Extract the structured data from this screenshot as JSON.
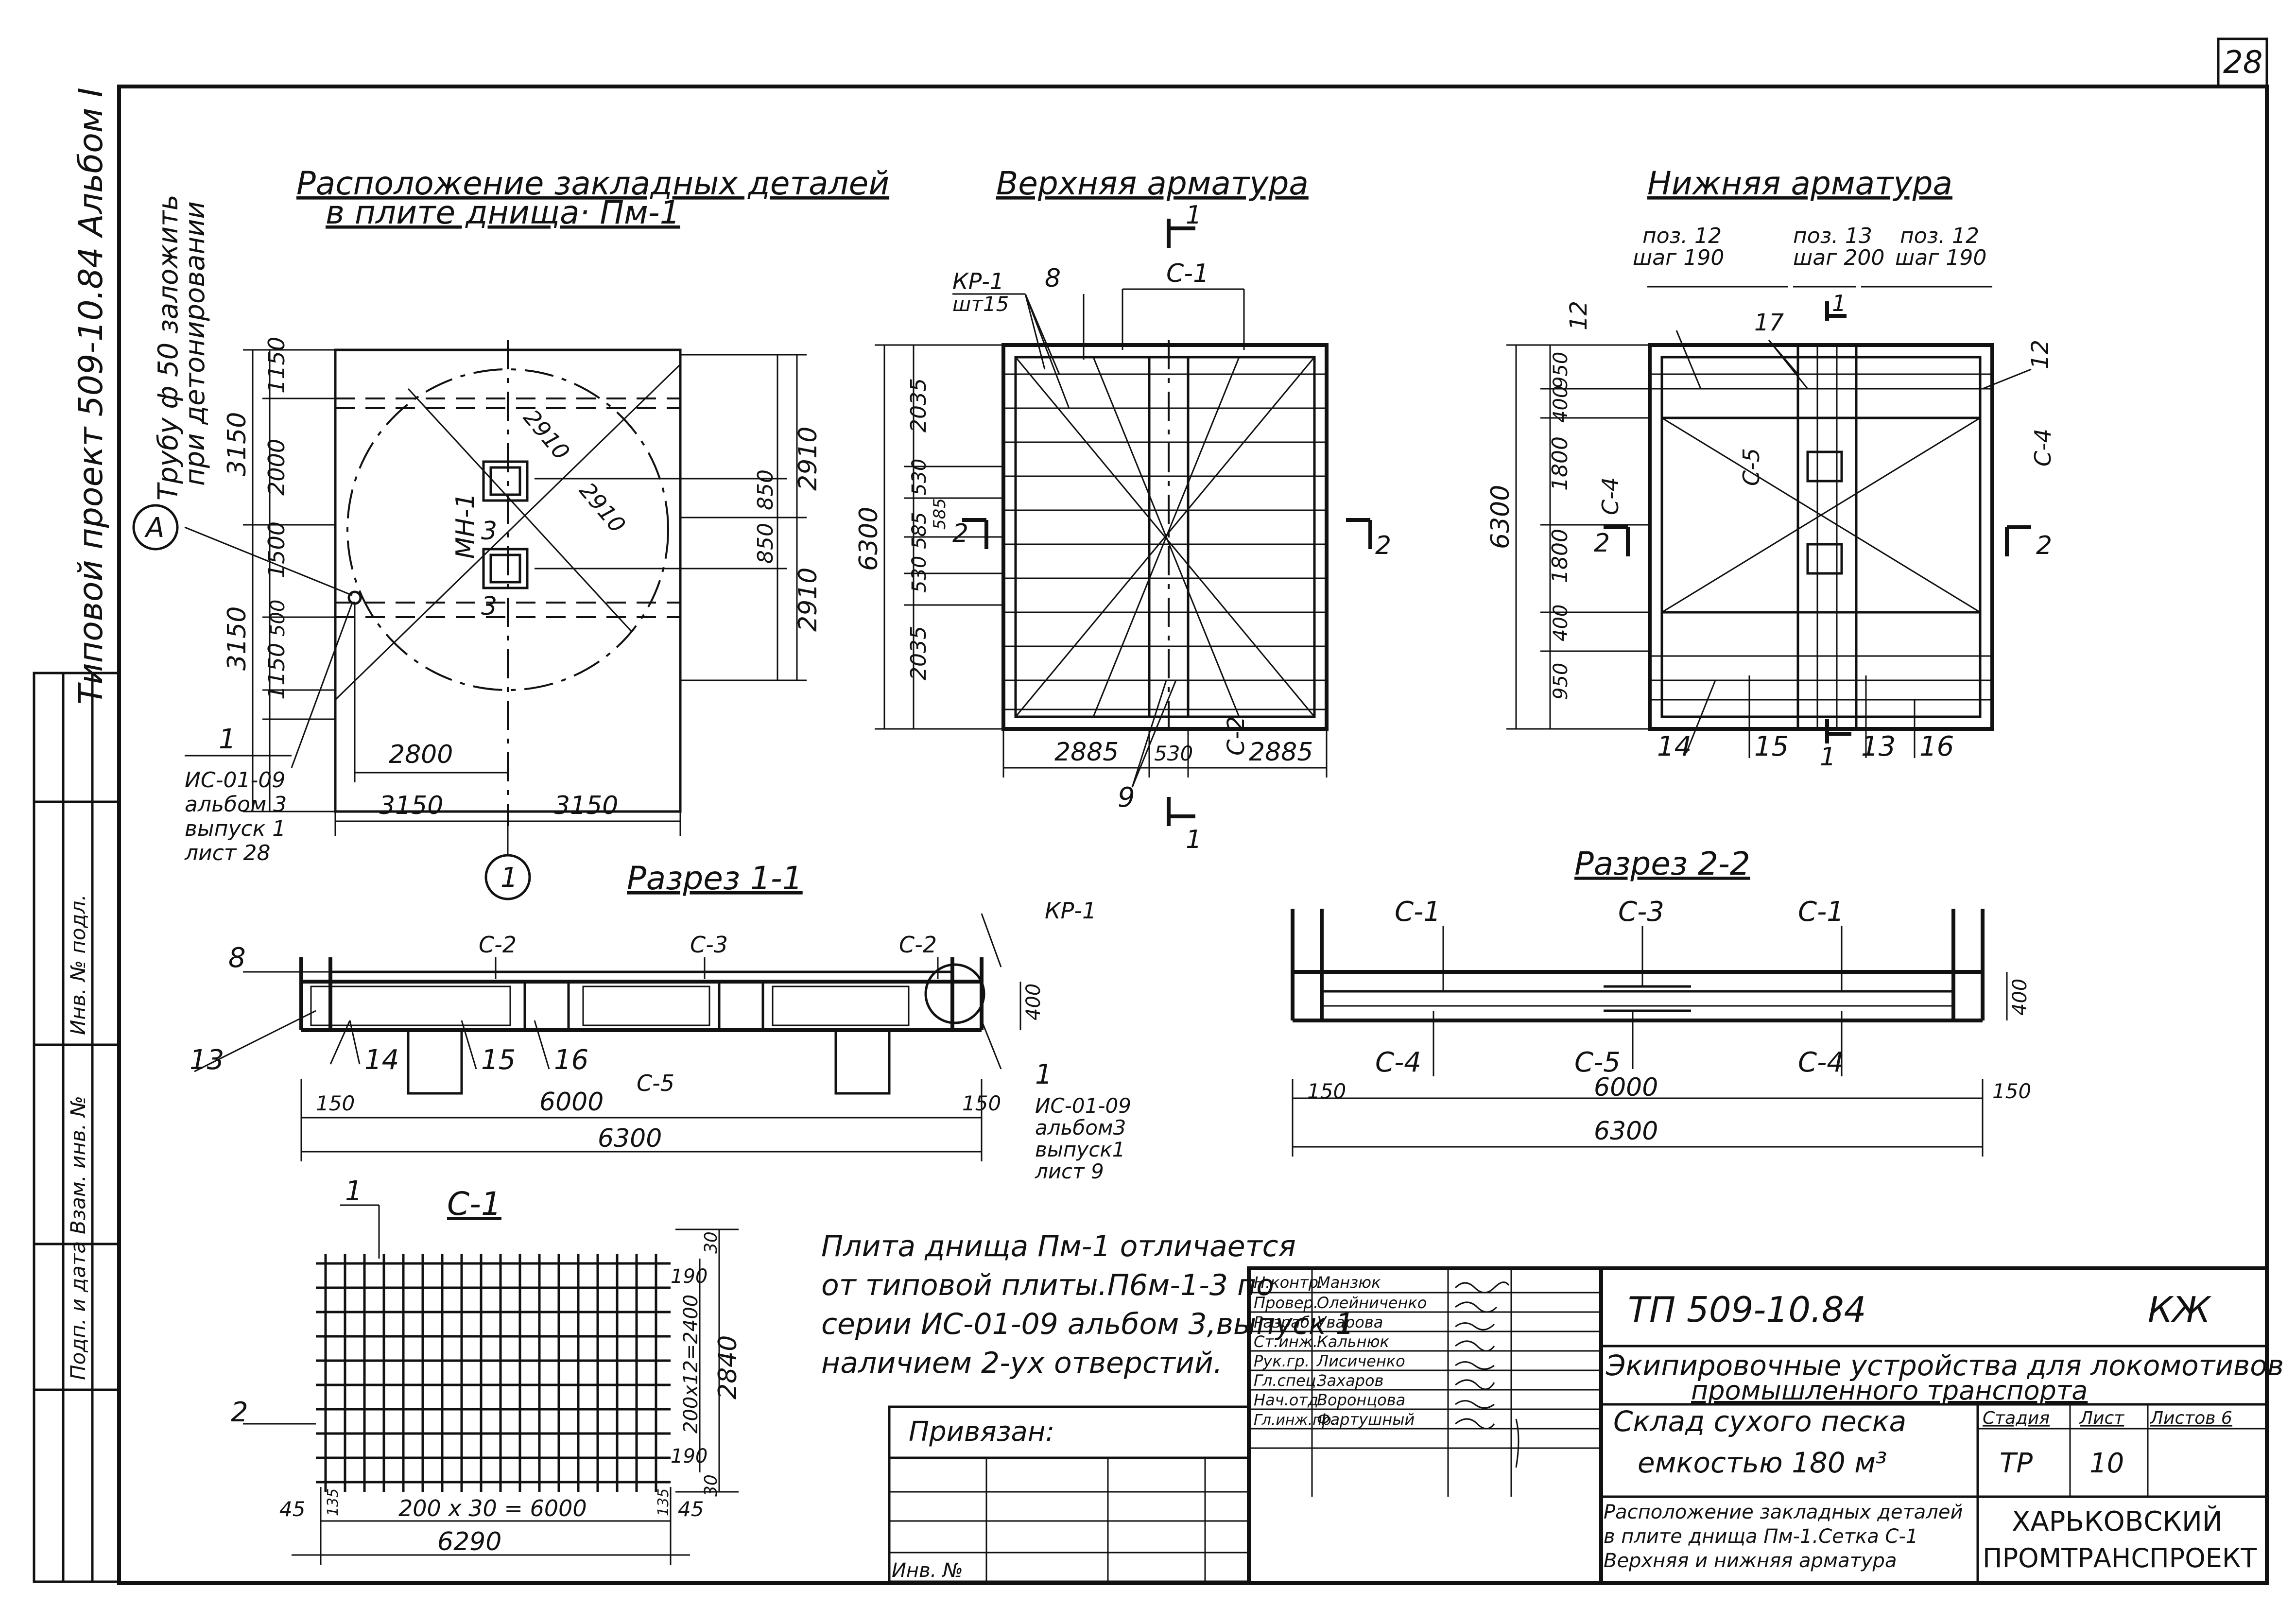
{
  "sheet": {
    "corner_number": "28",
    "side_label_album": "Типовой проект 509-10.84 Альбом I"
  },
  "side_stamp": {
    "c1": "Взам. инв. №",
    "c2": "Подп. и дата",
    "c3": "Инв. № подл."
  },
  "views": {
    "embedded": {
      "title_line1": "Расположение закладных деталей",
      "title_line2": "в плите днища· Пм-1",
      "pipe_note_line1": "Трубу ф 50 заложить",
      "pipe_note_line2": "при детонировании",
      "axis_a": "А",
      "axis_1": "1",
      "label_mn": "МН-1",
      "label_3": "3",
      "callout_1": "1",
      "ref_line1": "ИС-01-09",
      "ref_line2": "альбом 3",
      "ref_line3": "выпуск 1",
      "ref_line4": "лист 28",
      "dims": {
        "d3150a": "3150",
        "d3150b": "3150",
        "d1150a": "1150",
        "d2000": "2000",
        "d1500": "1500",
        "d500": "500",
        "d1150b": "1150",
        "d2910a": "2910",
        "d850a": "850",
        "d850b": "850",
        "d2910b": "2910",
        "r2910a": "2910",
        "r2910b": "2910",
        "d2800": "2800",
        "d3150c": "3150",
        "d3150d": "3150"
      }
    },
    "upper": {
      "title": "Верхняя арматура",
      "kr_label": "КР-1",
      "kr_qty": "шт15",
      "pos8": "8",
      "c1": "С-1",
      "c2": "С-2",
      "pos9": "9",
      "cut_1_top": "1",
      "cut_1_bot": "1",
      "cut_2_left": "2",
      "cut_2_right": "2",
      "dims": {
        "h6300": "6300",
        "h2035a": "2035",
        "h530a": "530",
        "h585a": "585",
        "h585b": "585",
        "h530b": "530",
        "h2035b": "2035",
        "w2885a": "2885",
        "w530": "530",
        "w2885b": "2885"
      }
    },
    "lower": {
      "title": "Нижняя арматура",
      "pos12_left": "поз. 12",
      "step_left": "шаг 190",
      "pos13": "поз. 13",
      "step_mid": "шаг 200",
      "pos12_right": "поз. 12",
      "step_right": "шаг 190",
      "c4_left": "С-4",
      "c4_right": "С-4",
      "c5": "С-5",
      "n12a": "12",
      "n12b": "12",
      "n17": "17",
      "n14": "14",
      "n15": "15",
      "n13": "13",
      "n16": "16",
      "cut_1_top": "1",
      "cut_1_bot": "1",
      "cut_2_left": "2",
      "cut_2_right": "2",
      "dims": {
        "h6300": "6300",
        "h950a": "950",
        "h400a": "400",
        "h1800a": "1800",
        "h1800b": "1800",
        "h400b": "400",
        "h950b": "950"
      }
    },
    "section11": {
      "title": "Разрез 1-1",
      "c2a": "С-2",
      "c3": "С-3",
      "c2b": "С-2",
      "kr1": "КР-1",
      "n8": "8",
      "n13": "13",
      "n14": "14",
      "n15": "15",
      "n16": "16",
      "c5": "С-5",
      "n400": "400",
      "d150a": "150",
      "d6000": "6000",
      "d150b": "150",
      "d6300": "6300",
      "callout_1": "1",
      "ref_line1": "ИС-01-09",
      "ref_line2": "альбом3",
      "ref_line3": "выпуск1",
      "ref_line4": "лист 9"
    },
    "section22": {
      "title": "Разрез 2-2",
      "c1a": "С-1",
      "c3": "С-3",
      "c1b": "С-1",
      "c4a": "С-4",
      "c5": "С-5",
      "c4b": "С-4",
      "n400": "400",
      "d150a": "150",
      "d6000": "6000",
      "d150b": "150",
      "d6300": "6300"
    },
    "mesh": {
      "title": "С-1",
      "pos1": "1",
      "pos2": "2",
      "d190a": "190",
      "d30a": "30",
      "dmid": "200х12=2400",
      "d2840": "2840",
      "d190b": "190",
      "d30b": "30",
      "d135a": "135",
      "d135b": "135",
      "d45a": "45",
      "dbottom": "200 х 30 = 6000",
      "d45b": "45",
      "d6290": "6290"
    }
  },
  "note": {
    "line1": "Плита днища Пм-1 отличается",
    "line2": "от типовой плиты.П6м-1-3 по",
    "line3": "серии ИС-01-09 альбом 3,выпуск 1",
    "line4": "наличием 2-ух отверстий."
  },
  "binding": {
    "label": "Привязан:",
    "inv": "Инв. №"
  },
  "titleblock": {
    "roles": [
      "Н.контр.",
      "Провер.",
      "Разраб.",
      "Ст.инж.",
      "Рук.гр.",
      "Гл.спец.",
      "Нач.отд.",
      "Гл.инж.пр."
    ],
    "names": [
      "Манзюк",
      "Олейниченко",
      "Уварова",
      "Кальнюк",
      "Лисиченко",
      "Захаров",
      "Воронцова",
      "Фартушный"
    ],
    "project_code": "ТП 509-10.84",
    "mark": "КЖ",
    "object_line1": "Экипировочные устройства для локомотивов",
    "object_line2": "промышленного транспорта",
    "building_line1": "Склад сухого песка",
    "building_line2": "емкостью 180 м³",
    "stage_h": "Стадия",
    "sheet_h": "Лист",
    "sheets_h": "Листов 6",
    "stage": "ТР",
    "sheet_no": "10",
    "drawing_line1": "Расположение закладных деталей",
    "drawing_line2": "в плите днища Пм-1.Сетка С-1",
    "drawing_line3": "Верхняя и нижняя арматура",
    "org_line1": "ХАРЬКОВСКИЙ",
    "org_line2": "ПРОМТРАНСПРОЕКТ"
  }
}
